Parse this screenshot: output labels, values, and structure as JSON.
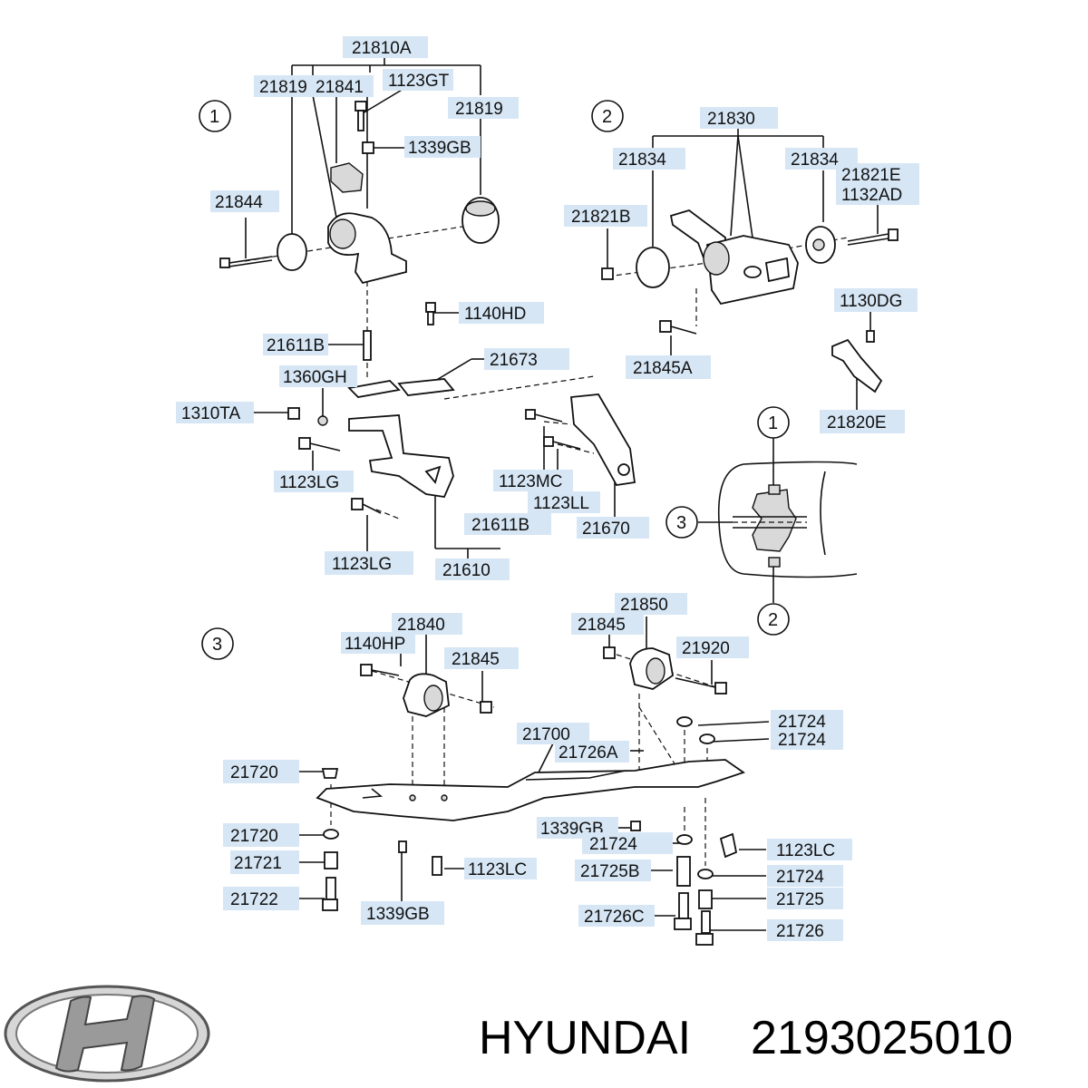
{
  "labels": {
    "a21810A": "21810A",
    "a21819_l": "21819",
    "a21841": "21841",
    "a1123GT": "1123GT",
    "a21819_r": "21819",
    "a1339GB_t": "1339GB",
    "a21844": "21844",
    "a1140HD": "1140HD",
    "a21611B_t": "21611B",
    "a21673": "21673",
    "a1360GH": "1360GH",
    "a1310TA": "1310TA",
    "a1123LG_a": "1123LG",
    "a1123MC": "1123MC",
    "a1123LL": "1123LL",
    "a21611B_b": "21611B",
    "a21670": "21670",
    "a1123LG_b": "1123LG",
    "a21610": "21610",
    "a21830": "21830",
    "a21834_l": "21834",
    "a21834_r": "21834",
    "a21821E": "21821E",
    "a1132AD": "1132AD",
    "a21821B": "21821B",
    "a21845A": "21845A",
    "a1130DG": "1130DG",
    "a21820E": "21820E",
    "a21840": "21840",
    "a1140HP": "1140HP",
    "a21845_m": "21845",
    "a21850": "21850",
    "a21845_r": "21845",
    "a21920": "21920",
    "a21700": "21700",
    "a21726A": "21726A",
    "a21724_1": "21724",
    "a21724_2": "21724",
    "a21720_1": "21720",
    "a21720_2": "21720",
    "a21721": "21721",
    "a21722": "21722",
    "a1339GB_m": "1339GB",
    "a1339GB_b": "1339GB",
    "a1123LC_l": "1123LC",
    "a21724_3": "21724",
    "a21725B": "21725B",
    "a21726C": "21726C",
    "a1123LC_r": "1123LC",
    "a21724_4": "21724",
    "a21725": "21725",
    "a21726": "21726"
  },
  "callouts": {
    "c1_top": "1",
    "c2_top": "2",
    "c1_car": "1",
    "c3_car": "3",
    "c2_car": "2",
    "c3_bottom": "3"
  },
  "brand": {
    "name": "HYUNDAI",
    "part_number": "2193025010",
    "logo": "hyundai-logo"
  },
  "colors": {
    "label_background": "#d6e6f5",
    "line": "#111111"
  }
}
